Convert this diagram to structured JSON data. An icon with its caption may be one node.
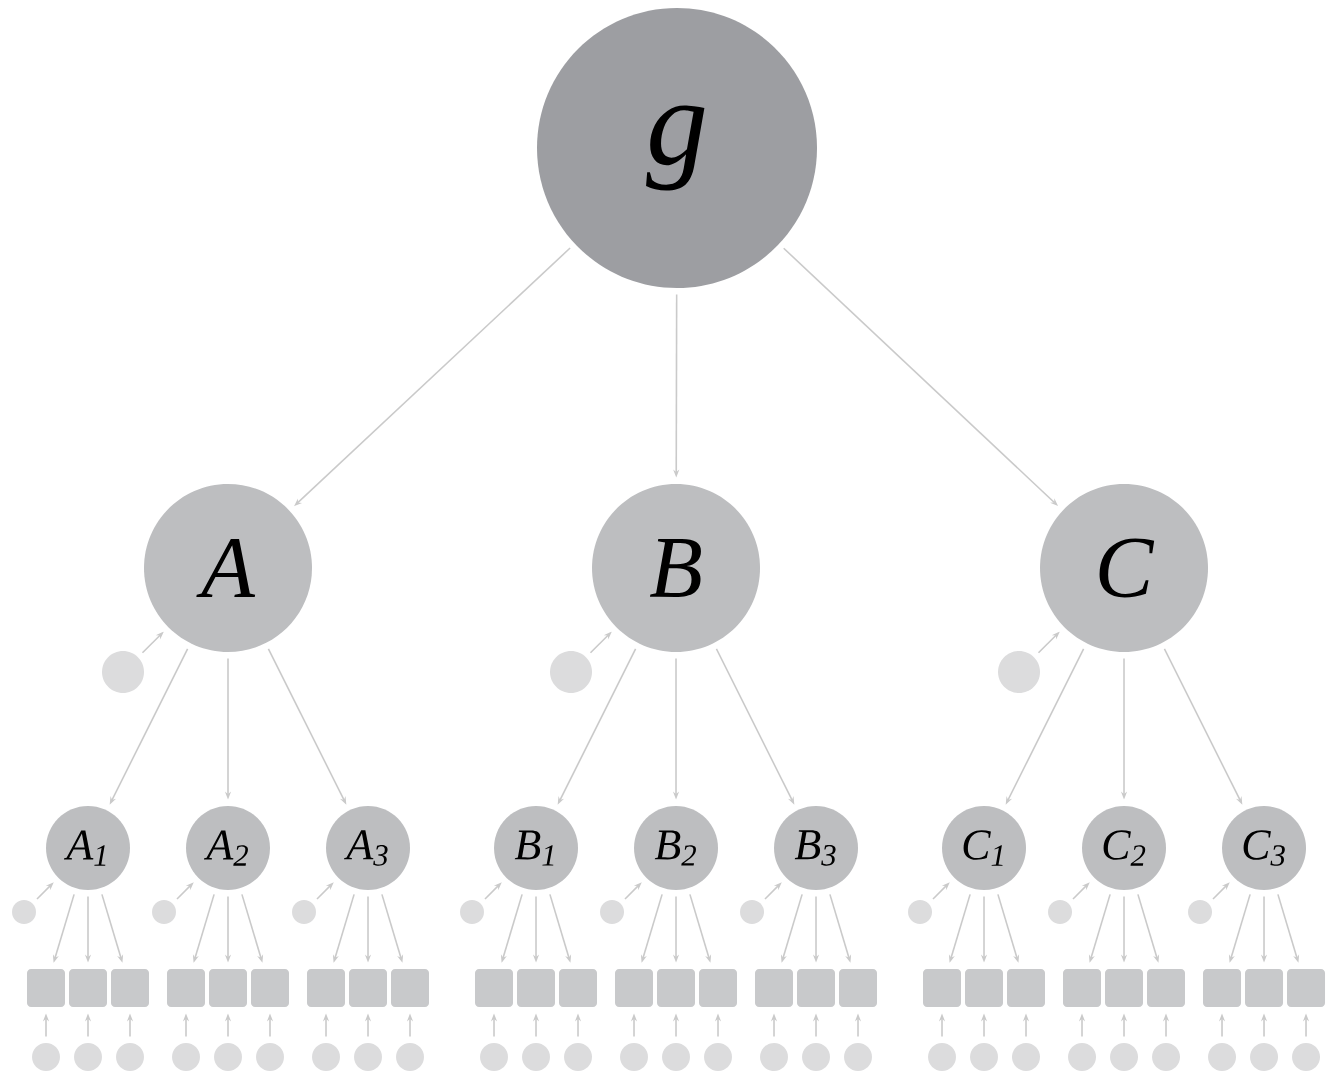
{
  "diagram": {
    "nodes": [
      {
        "text": [
          "g"
        ]
      },
      {
        "text": [
          "A"
        ]
      },
      {
        "text": [
          "B"
        ]
      },
      {
        "text": [
          "C"
        ]
      },
      {
        "text": [],
        "shape": "circle"
      },
      {
        "text": [],
        "shape": "circle"
      },
      {
        "text": [],
        "shape": "circle"
      },
      {
        "text": [
          "A$_{1}$"
        ]
      },
      {
        "text": [
          "A$_{2}$"
        ]
      },
      {
        "text": [
          "A$_{3}$"
        ]
      },
      {
        "text": [
          "B$_{1}$"
        ]
      },
      {
        "text": [
          "B$_{2}$"
        ]
      },
      {
        "text": [
          "B$_{3}$"
        ]
      },
      {
        "text": [
          "C$_{1}$"
        ]
      },
      {
        "text": [
          "C$_{2}$"
        ]
      },
      {
        "text": [
          "C$_{3}$"
        ]
      },
      {
        "text": [],
        "shape": "circle"
      },
      {
        "text": [],
        "shape": "circle"
      },
      {
        "text": [],
        "shape": "circle"
      },
      {
        "text": [],
        "shape": "circle"
      },
      {
        "text": [],
        "shape": "circle"
      },
      {
        "text": [],
        "shape": "circle"
      },
      {
        "text": [],
        "shape": "circle"
      },
      {
        "text": [],
        "shape": "circle"
      },
      {
        "text": [],
        "shape": "circle"
      },
      {
        "text": [],
        "shape": "box"
      },
      {
        "text": [],
        "shape": "box"
      },
      {
        "text": [],
        "shape": "box"
      },
      {
        "text": [],
        "shape": "box"
      },
      {
        "text": [],
        "shape": "box"
      },
      {
        "text": [],
        "shape": "box"
      },
      {
        "text": [],
        "shape": "box"
      },
      {
        "text": [],
        "shape": "box"
      },
      {
        "text": [],
        "shape": "box"
      },
      {
        "text": [],
        "shape": "box"
      },
      {
        "text": [],
        "shape": "box"
      },
      {
        "text": [],
        "shape": "box"
      },
      {
        "text": [],
        "shape": "box"
      },
      {
        "text": [],
        "shape": "box"
      },
      {
        "text": [],
        "shape": "box"
      },
      {
        "text": [],
        "shape": "box"
      },
      {
        "text": [],
        "shape": "box"
      },
      {
        "text": [],
        "shape": "box"
      },
      {
        "text": [],
        "shape": "box"
      },
      {
        "text": [],
        "shape": "box"
      },
      {
        "text": [],
        "shape": "box"
      },
      {
        "text": [],
        "shape": "box"
      },
      {
        "text": [],
        "shape": "box"
      },
      {
        "text": [],
        "shape": "box"
      },
      {
        "text": [],
        "shape": "box"
      },
      {
        "text": [],
        "shape": "box"
      },
      {
        "text": [],
        "shape": "box"
      },
      {
        "text": [],
        "shape": "circle"
      },
      {
        "text": [],
        "shape": "circle"
      },
      {
        "text": [],
        "shape": "circle"
      },
      {
        "text": [],
        "shape": "circle"
      },
      {
        "text": [],
        "shape": "circle"
      },
      {
        "text": [],
        "shape": "circle"
      },
      {
        "text": [],
        "shape": "circle"
      },
      {
        "text": [],
        "shape": "circle"
      },
      {
        "text": [],
        "shape": "circle"
      },
      {
        "text": [],
        "shape": "circle"
      },
      {
        "text": [],
        "shape": "circle"
      },
      {
        "text": [],
        "shape": "circle"
      },
      {
        "text": [],
        "shape": "circle"
      },
      {
        "text": [],
        "shape": "circle"
      },
      {
        "text": [],
        "shape": "circle"
      },
      {
        "text": [],
        "shape": "circle"
      },
      {
        "text": [],
        "shape": "circle"
      },
      {
        "text": [],
        "shape": "circle"
      },
      {
        "text": [],
        "shape": "circle"
      },
      {
        "text": [],
        "shape": "circle"
      },
      {
        "text": [],
        "shape": "circle"
      },
      {
        "text": [],
        "shape": "circle"
      },
      {
        "text": [],
        "shape": "circle"
      },
      {
        "text": [],
        "shape": "circle"
      },
      {
        "text": [],
        "shape": "circle"
      },
      {
        "text": [],
        "shape": "circle"
      },
      {
        "text": [],
        "shape": "circle"
      }
    ],
    "edges": [
      {
        "from": 0,
        "to": 1,
        "arrow": "to"
      },
      {
        "from": 0,
        "to": 2,
        "arrow": "to"
      },
      {
        "from": 0,
        "to": 3,
        "arrow": "to"
      },
      {
        "from": 4,
        "to": 1,
        "arrow": "to"
      },
      {
        "from": 5,
        "to": 2,
        "arrow": "to"
      },
      {
        "from": 6,
        "to": 3,
        "arrow": "to"
      },
      {
        "from": 1,
        "to": 7,
        "arrow": "to"
      },
      {
        "from": 1,
        "to": 8,
        "arrow": "to"
      },
      {
        "from": 1,
        "to": 9,
        "arrow": "to"
      },
      {
        "from": 2,
        "to": 10,
        "arrow": "to"
      },
      {
        "from": 2,
        "to": 11,
        "arrow": "to"
      },
      {
        "from": 2,
        "to": 12,
        "arrow": "to"
      },
      {
        "from": 3,
        "to": 13,
        "arrow": "to"
      },
      {
        "from": 3,
        "to": 14,
        "arrow": "to"
      },
      {
        "from": 3,
        "to": 15,
        "arrow": "to"
      },
      {
        "from": 16,
        "to": 7,
        "arrow": "to"
      },
      {
        "from": 17,
        "to": 8,
        "arrow": "to"
      },
      {
        "from": 18,
        "to": 9,
        "arrow": "to"
      },
      {
        "from": 19,
        "to": 10,
        "arrow": "to"
      },
      {
        "from": 20,
        "to": 11,
        "arrow": "to"
      },
      {
        "from": 21,
        "to": 12,
        "arrow": "to"
      },
      {
        "from": 22,
        "to": 13,
        "arrow": "to"
      },
      {
        "from": 23,
        "to": 14,
        "arrow": "to"
      },
      {
        "from": 24,
        "to": 15,
        "arrow": "to"
      },
      {
        "from": 7,
        "to": 25,
        "arrow": "to"
      },
      {
        "from": 7,
        "to": 26,
        "arrow": "to"
      },
      {
        "from": 7,
        "to": 27,
        "arrow": "to"
      },
      {
        "from": 8,
        "to": 28,
        "arrow": "to"
      },
      {
        "from": 8,
        "to": 29,
        "arrow": "to"
      },
      {
        "from": 8,
        "to": 30,
        "arrow": "to"
      },
      {
        "from": 9,
        "to": 31,
        "arrow": "to"
      },
      {
        "from": 9,
        "to": 32,
        "arrow": "to"
      },
      {
        "from": 9,
        "to": 33,
        "arrow": "to"
      },
      {
        "from": 10,
        "to": 34,
        "arrow": "to"
      },
      {
        "from": 10,
        "to": 35,
        "arrow": "to"
      },
      {
        "from": 10,
        "to": 36,
        "arrow": "to"
      },
      {
        "from": 11,
        "to": 37,
        "arrow": "to"
      },
      {
        "from": 11,
        "to": 38,
        "arrow": "to"
      },
      {
        "from": 11,
        "to": 39,
        "arrow": "to"
      },
      {
        "from": 12,
        "to": 40,
        "arrow": "to"
      },
      {
        "from": 12,
        "to": 41,
        "arrow": "to"
      },
      {
        "from": 12,
        "to": 42,
        "arrow": "to"
      },
      {
        "from": 13,
        "to": 43,
        "arrow": "to"
      },
      {
        "from": 13,
        "to": 44,
        "arrow": "to"
      },
      {
        "from": 13,
        "to": 45,
        "arrow": "to"
      },
      {
        "from": 14,
        "to": 46,
        "arrow": "to"
      },
      {
        "from": 14,
        "to": 47,
        "arrow": "to"
      },
      {
        "from": 14,
        "to": 48,
        "arrow": "to"
      },
      {
        "from": 15,
        "to": 49,
        "arrow": "to"
      },
      {
        "from": 15,
        "to": 50,
        "arrow": "to"
      },
      {
        "from": 15,
        "to": 51,
        "arrow": "to"
      },
      {
        "from": 52,
        "to": 25,
        "arrow": "to"
      },
      {
        "from": 53,
        "to": 26,
        "arrow": "to"
      },
      {
        "from": 54,
        "to": 27,
        "arrow": "to"
      },
      {
        "from": 55,
        "to": 28,
        "arrow": "to"
      },
      {
        "from": 56,
        "to": 29,
        "arrow": "to"
      },
      {
        "from": 57,
        "to": 30,
        "arrow": "to"
      },
      {
        "from": 58,
        "to": 31,
        "arrow": "to"
      },
      {
        "from": 59,
        "to": 32,
        "arrow": "to"
      },
      {
        "from": 60,
        "to": 33,
        "arrow": "to"
      },
      {
        "from": 61,
        "to": 34,
        "arrow": "to"
      },
      {
        "from": 62,
        "to": 35,
        "arrow": "to"
      },
      {
        "from": 63,
        "to": 36,
        "arrow": "to"
      },
      {
        "from": 64,
        "to": 37,
        "arrow": "to"
      },
      {
        "from": 65,
        "to": 38,
        "arrow": "to"
      },
      {
        "from": 66,
        "to": 39,
        "arrow": "to"
      },
      {
        "from": 67,
        "to": 40,
        "arrow": "to"
      },
      {
        "from": 68,
        "to": 41,
        "arrow": "to"
      },
      {
        "from": 69,
        "to": 42,
        "arrow": "to"
      },
      {
        "from": 70,
        "to": 43,
        "arrow": "to"
      },
      {
        "from": 71,
        "to": 44,
        "arrow": "to"
      },
      {
        "from": 72,
        "to": 45,
        "arrow": "to"
      },
      {
        "from": 73,
        "to": 46,
        "arrow": "to"
      },
      {
        "from": 74,
        "to": 47,
        "arrow": "to"
      },
      {
        "from": 75,
        "to": 48,
        "arrow": "to"
      },
      {
        "from": 76,
        "to": 49,
        "arrow": "to"
      },
      {
        "from": 77,
        "to": 50,
        "arrow": "to"
      },
      {
        "from": 78,
        "to": 51,
        "arrow": "to"
      }
    ]
  }
}
